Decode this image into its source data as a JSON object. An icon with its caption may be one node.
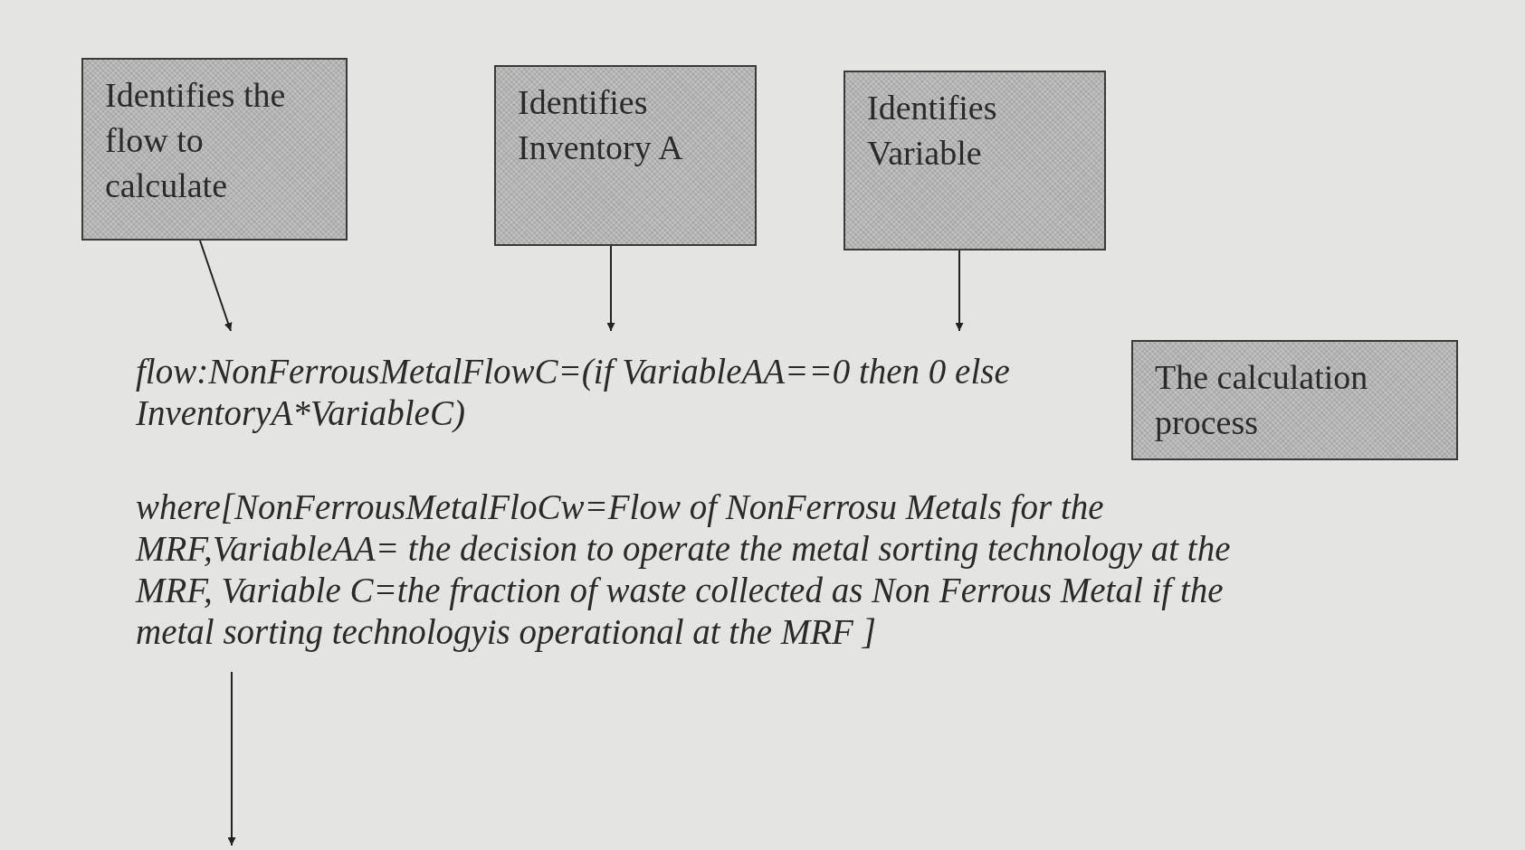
{
  "diagram": {
    "nodes": [
      {
        "text": [
          "Identifies the flow to calculate"
        ]
      },
      {
        "text": [
          "Identifies Inventory A"
        ]
      },
      {
        "text": [
          "Identifies Variable"
        ]
      },
      {
        "text": [
          "flow:NonFerrousMetalFlowC=(if VariableAA==0 then 0 else InventoryA*VariableC)"
        ]
      },
      {
        "text": [
          "The calculation process"
        ]
      },
      {
        "text": [
          "where[NonFerrousMetalFloCw=Flow of NonFerrosu Metals for the MRF,VariableAA= the decision to operate the metal sorting technology at the MRF, Variable C=the fraction of waste collected as Non Ferrous Metal if the metal sorting technologyis operational at the MRF ]"
        ]
      }
    ],
    "edges": [
      {
        "from": 0,
        "to": 3,
        "arrow": "to"
      },
      {
        "from": 1,
        "to": 3,
        "arrow": "to"
      },
      {
        "from": 2,
        "to": 3,
        "arrow": "to"
      },
      {
        "from": 5,
        "to": null,
        "arrow": "to"
      }
    ]
  }
}
